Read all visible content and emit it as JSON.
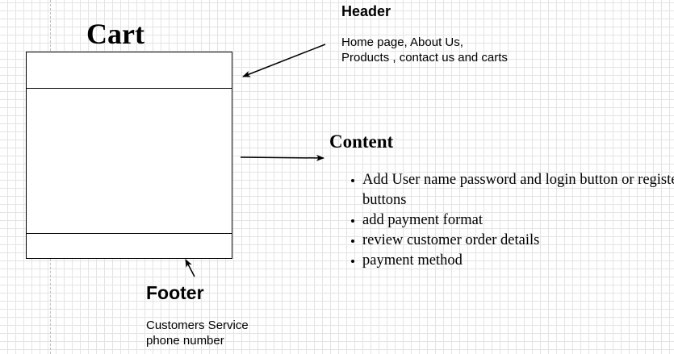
{
  "diagram": {
    "title": "Cart",
    "header": {
      "label": "Header",
      "description": "Home page, About Us, Products , contact us and carts"
    },
    "content": {
      "label": "Content",
      "items": [
        "Add User name password and login button or register buttons",
        "add payment format",
        "review customer order details",
        "payment method"
      ]
    },
    "footer": {
      "label": "Footer",
      "description": "Customers Service phone number"
    }
  }
}
